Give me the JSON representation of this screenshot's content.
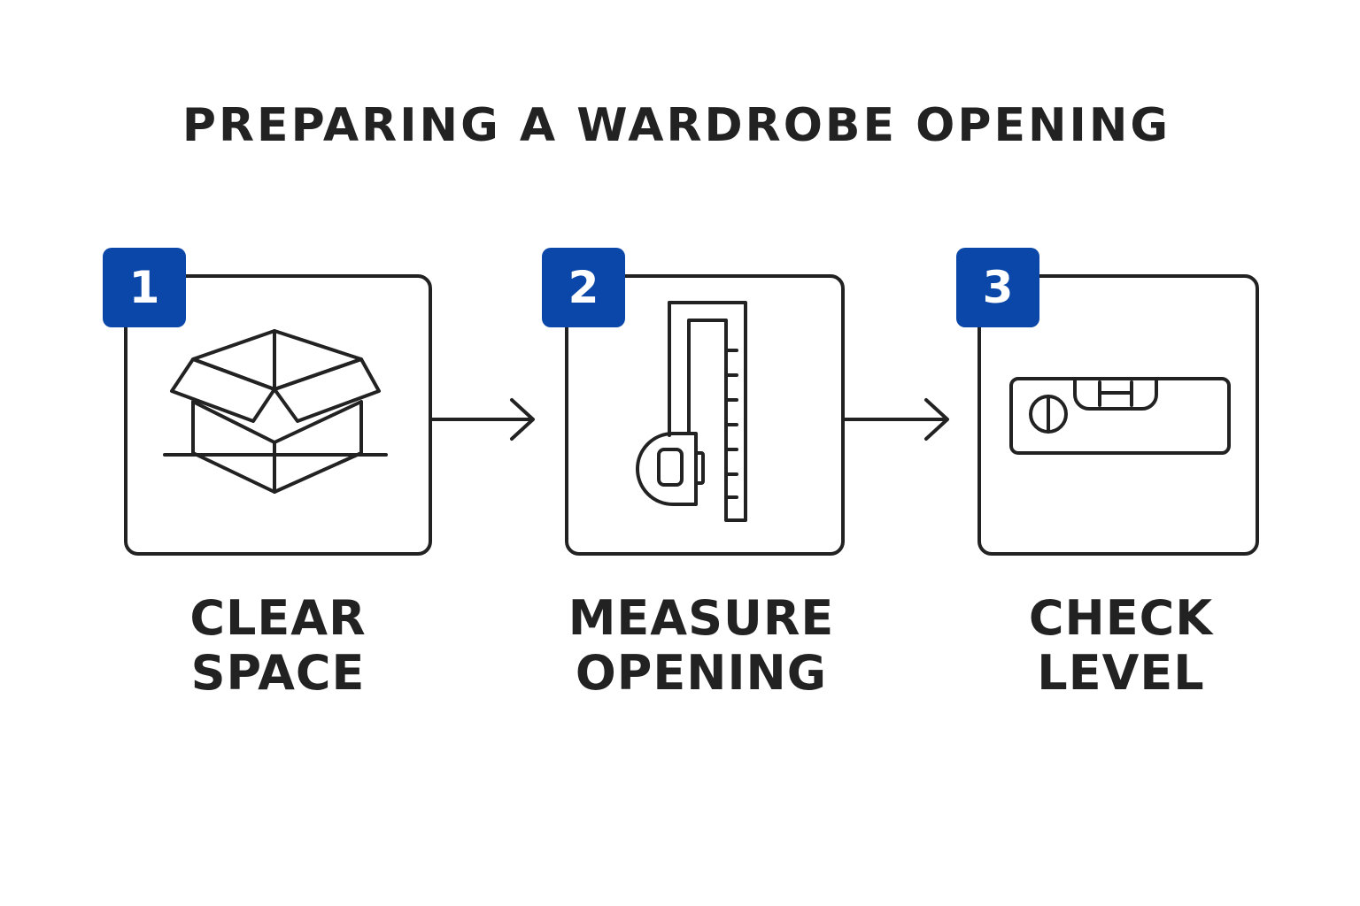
{
  "title": "PREPARING A WARDROBE OPENING",
  "colors": {
    "badge": "#0a47a8",
    "stroke": "#222222",
    "background": "#ffffff"
  },
  "steps": [
    {
      "number": "1",
      "label_line1": "CLEAR",
      "label_line2": "SPACE",
      "icon": "open-box-icon"
    },
    {
      "number": "2",
      "label_line1": "MEASURE",
      "label_line2": "OPENING",
      "icon": "tape-measure-ruler-icon"
    },
    {
      "number": "3",
      "label_line1": "CHECK",
      "label_line2": "LEVEL",
      "icon": "spirit-level-icon"
    }
  ]
}
